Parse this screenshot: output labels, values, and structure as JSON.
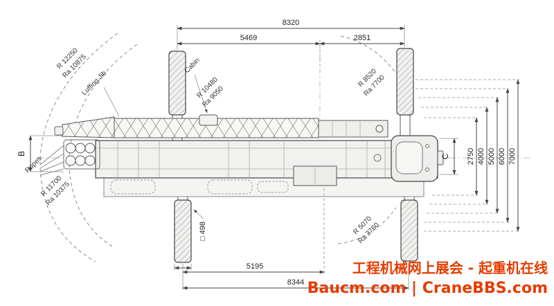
{
  "dimensions": {
    "top_overall": "8320",
    "top_left_span": "5469",
    "top_right_span": "2851",
    "right_radii": [
      "2750",
      "4000",
      "5000",
      "6000",
      "7000"
    ],
    "outrigger_pad": "□ 498",
    "bottom_inner_span": "5195",
    "bottom_overall": "8344",
    "left_ref": "B",
    "right_ref": "C"
  },
  "radius_labels": {
    "top_left": {
      "r": "R 12250",
      "ra": "Ra 10875"
    },
    "boom": {
      "r": "R 10480",
      "ra": "Ra 9050"
    },
    "top_right": {
      "r": "R 8520",
      "ra": "Ra 7700"
    },
    "bottom_left": {
      "r": "R 11700",
      "ra": "Ra 10375"
    },
    "bottom_right": {
      "r": "R 5070",
      "ra": "Ra 3760"
    }
  },
  "part_labels": {
    "luffing_jib": "Luffing Jib",
    "cabin": "Cabin",
    "ropes": "Ropes"
  },
  "watermark": {
    "line1": "工程机械网上展会 - 起重机在线",
    "line2": "Baucm.com | CraneBBS.com",
    "color": "#e63c00"
  }
}
